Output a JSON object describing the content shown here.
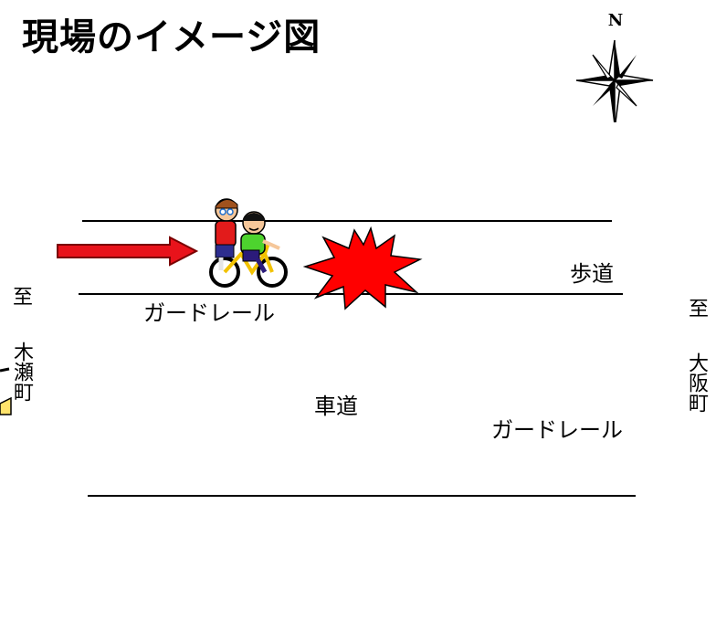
{
  "title": "現場のイメージ図",
  "compass": {
    "north_label": "N"
  },
  "labels": {
    "sidewalk": "歩道",
    "guardrail_top": "ガードレール",
    "roadway": "車道",
    "guardrail_bottom": "ガードレール"
  },
  "directions": {
    "west_to": "至",
    "west_town": "木瀬町",
    "east_to": "至",
    "east_town": "大阪町"
  },
  "colors": {
    "arrow": "#e8131b",
    "collision": "#ff0000",
    "bike_frame": "#f2c200"
  }
}
